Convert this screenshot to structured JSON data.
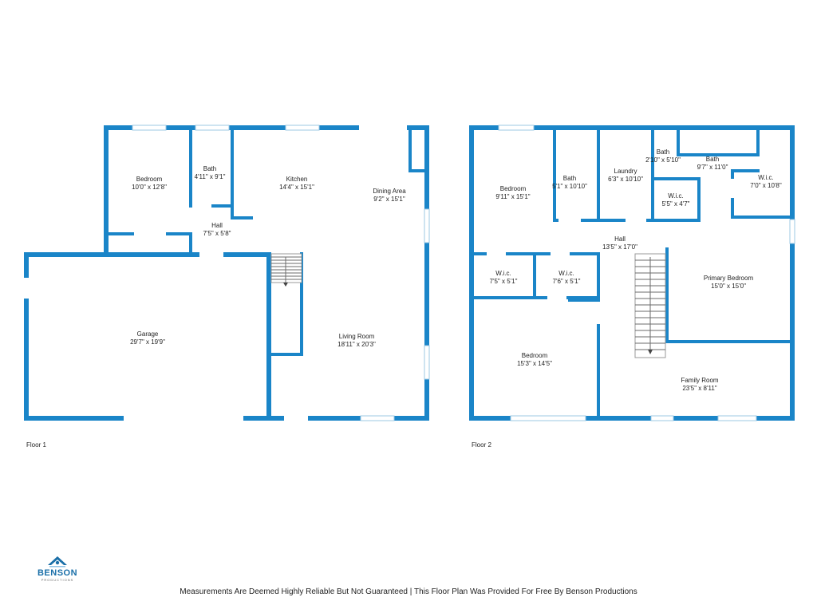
{
  "floors": [
    {
      "label": "Floor 1",
      "rooms": [
        {
          "name": "Bedroom",
          "dims": "10'0\" x 12'8\""
        },
        {
          "name": "Bath",
          "dims": "4'11\" x 9'1\""
        },
        {
          "name": "Kitchen",
          "dims": "14'4\" x 15'1\""
        },
        {
          "name": "Dining Area",
          "dims": "9'2\" x 15'1\""
        },
        {
          "name": "Hall",
          "dims": "7'5\" x 5'8\""
        },
        {
          "name": "Garage",
          "dims": "29'7\" x 19'9\""
        },
        {
          "name": "Living Room",
          "dims": "18'11\" x 20'3\""
        }
      ]
    },
    {
      "label": "Floor 2",
      "rooms": [
        {
          "name": "Bedroom",
          "dims": "9'11\" x 15'1\""
        },
        {
          "name": "Bath",
          "dims": "5'1\" x 10'10\""
        },
        {
          "name": "Laundry",
          "dims": "6'3\" x 10'10\""
        },
        {
          "name": "Bath",
          "dims": "2'10\" x 5'10\""
        },
        {
          "name": "Bath",
          "dims": "9'7\" x 11'0\""
        },
        {
          "name": "W.i.c.",
          "dims": "7'0\" x 10'8\""
        },
        {
          "name": "W.i.c.",
          "dims": "5'5\" x 4'7\""
        },
        {
          "name": "Hall",
          "dims": "13'5\" x 17'0\""
        },
        {
          "name": "W.i.c.",
          "dims": "7'5\" x 5'1\""
        },
        {
          "name": "W.i.c.",
          "dims": "7'6\" x 5'1\""
        },
        {
          "name": "Primary Bedroom",
          "dims": "15'0\" x 15'0\""
        },
        {
          "name": "Bedroom",
          "dims": "15'3\" x 14'5\""
        },
        {
          "name": "Family Room",
          "dims": "23'5\" x 8'11\""
        }
      ]
    }
  ],
  "logo": {
    "word": "BENSON",
    "sub": "PRODUCTIONS"
  },
  "footer": "Measurements Are Deemed Highly Reliable But Not Guaranteed | This Floor Plan Was Provided For Free By Benson Productions",
  "colors": {
    "wall": "#1a85c8",
    "window": "#9cc8e3",
    "logo": "#1a6fa8"
  }
}
